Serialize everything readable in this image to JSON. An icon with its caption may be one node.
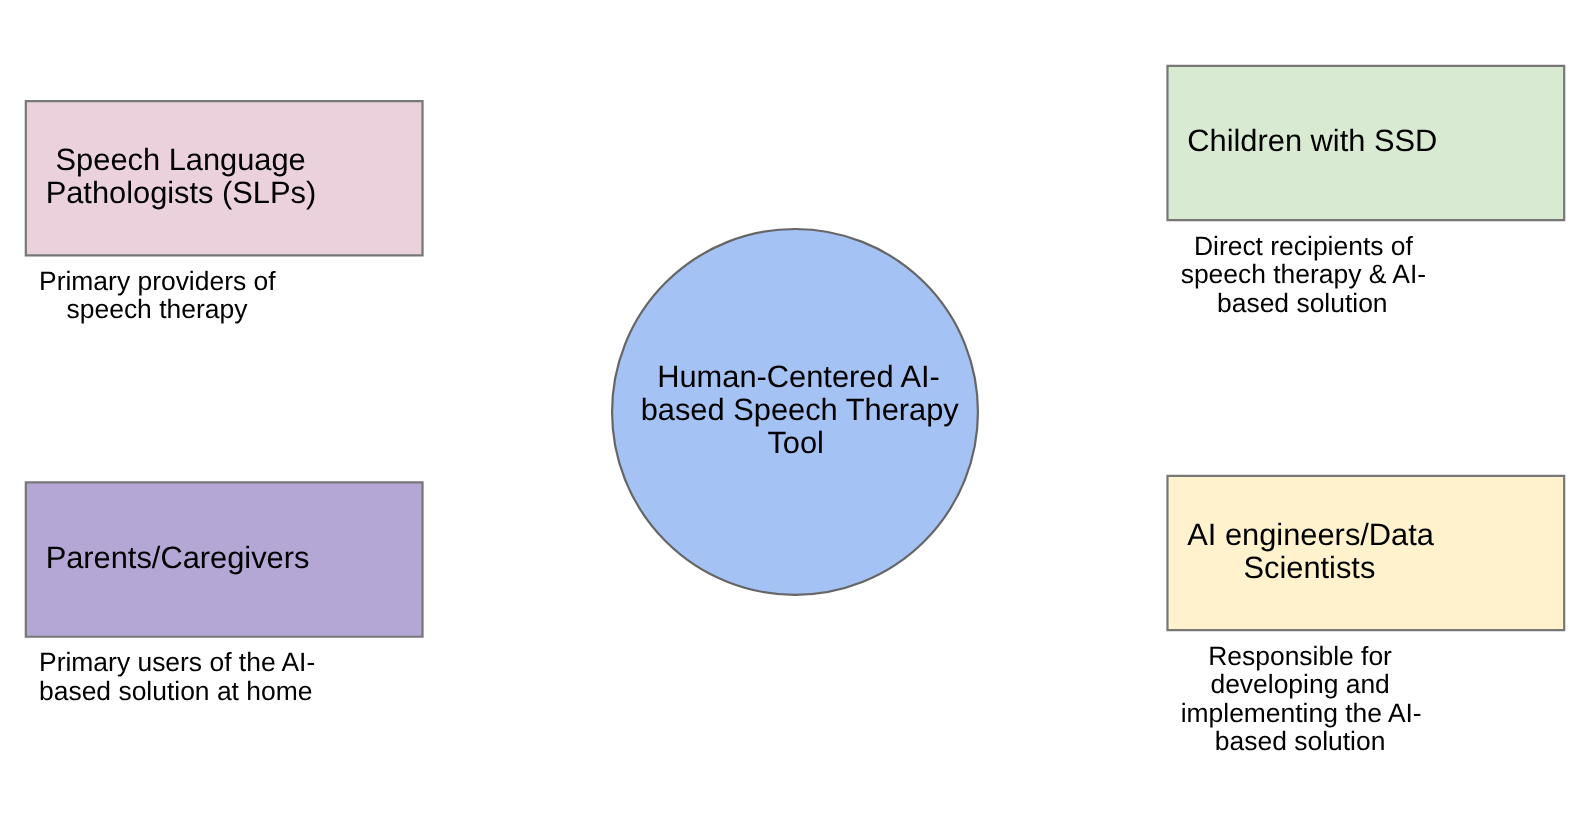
{
  "diagram": {
    "nodes": [
      {
        "text": [
          "Speech Language Pathologists (SLPs)"
        ],
        "beside": [
          "Primary providers of speech therapy"
        ]
      },
      {
        "text": [
          "Children with SSD"
        ],
        "beside": [
          "Direct recipients of speech therapy & AI-based solution"
        ]
      },
      {
        "text": [
          "Parents/Caregivers"
        ],
        "beside": [
          "Primary users of the AI-based solution at home"
        ]
      },
      {
        "text": [
          "AI engineers/Data Scientists"
        ],
        "beside": [
          "Responsible for developing and implementing the AI-based solution"
        ]
      },
      {
        "text": [
          "Human-Centered AI-based Speech Therapy Tool"
        ]
      }
    ],
    "edges": []
  }
}
